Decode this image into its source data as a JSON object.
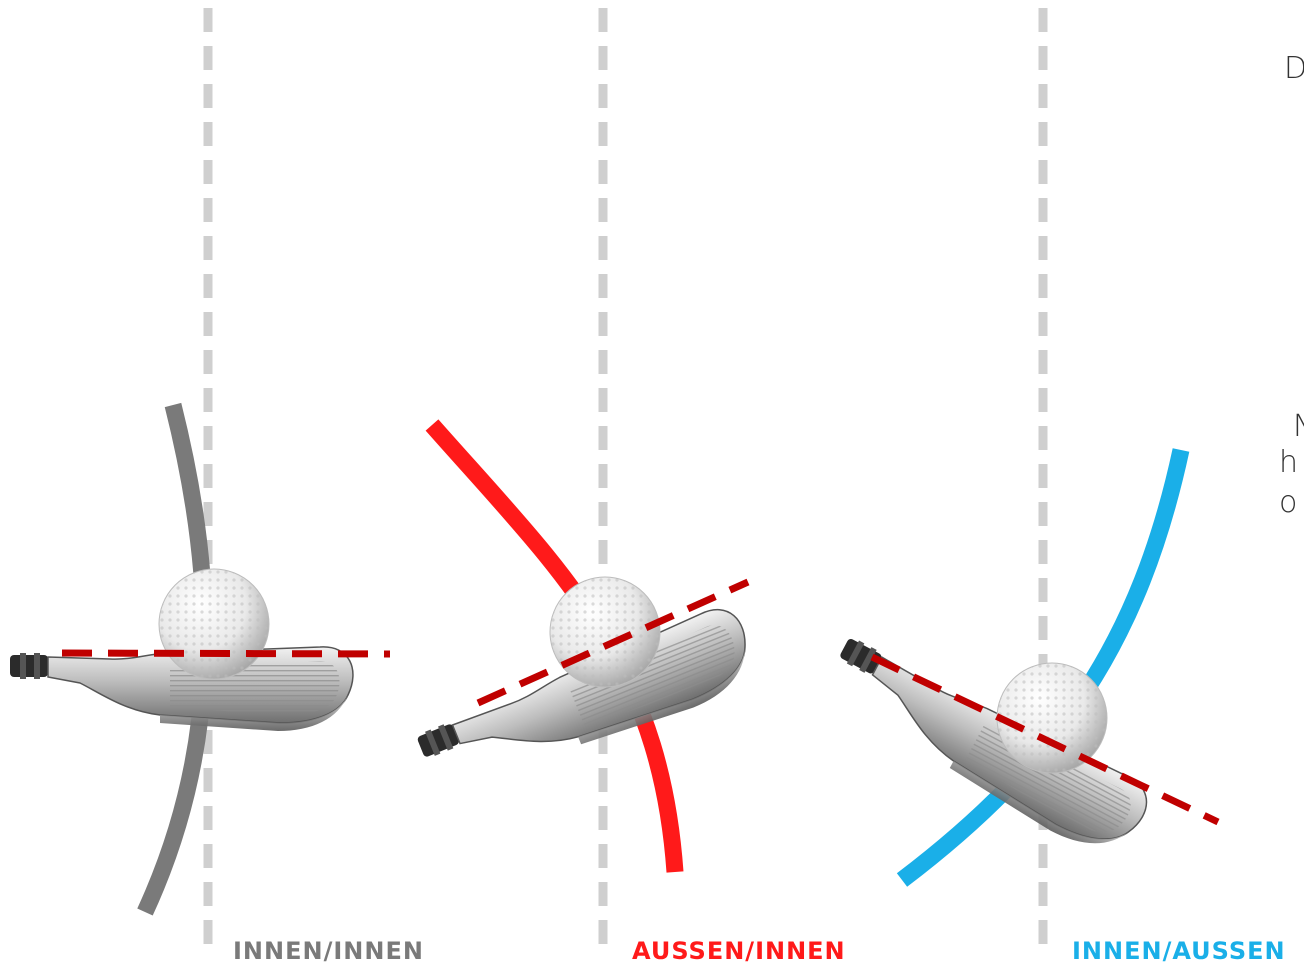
{
  "panels": [
    {
      "label": "INNEN/INNEN"
    },
    {
      "label": "AUSSEN/INNEN"
    },
    {
      "label": "INNEN/AUSSEN"
    }
  ],
  "side_text": {
    "line1": "D",
    "line2": "N",
    "line3": "h",
    "line4": "o"
  },
  "colors": {
    "panel1": "#7a7a7a",
    "panel2": "#ff1a1a",
    "panel3": "#1aafe8",
    "face_line": "#c00000",
    "divider": "#cfcfcf",
    "label1": "#7a7a7a",
    "label2": "#ff1a1a",
    "label3": "#1aafe8"
  }
}
